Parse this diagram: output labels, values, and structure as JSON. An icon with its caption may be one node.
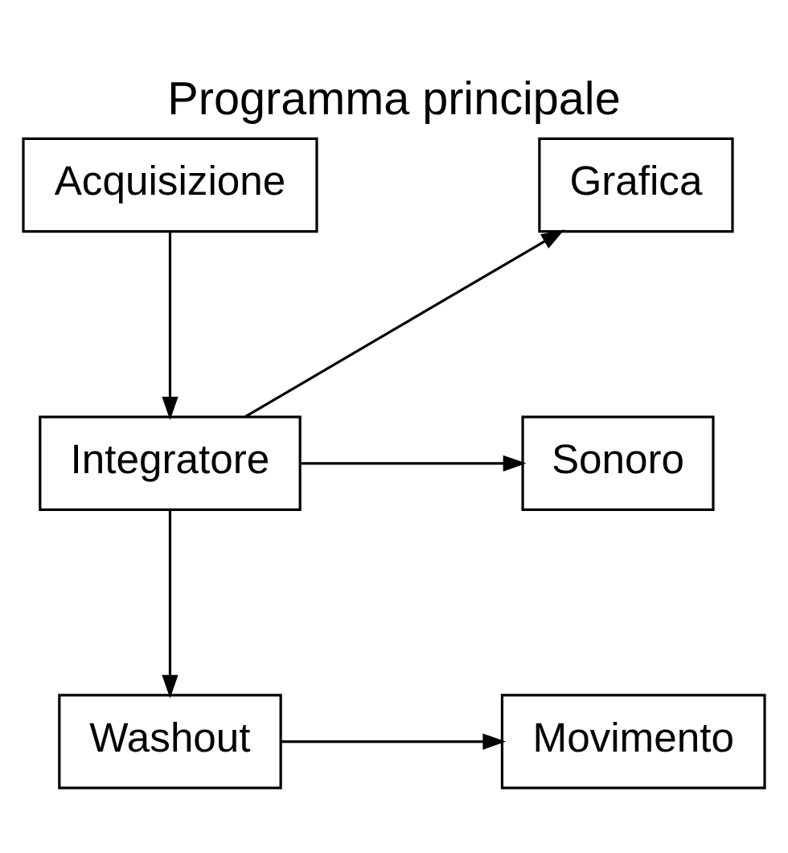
{
  "diagram": {
    "title": "Programma principale",
    "nodes": [
      {
        "text": [
          "Acquisizione"
        ]
      },
      {
        "text": [
          "Grafica"
        ]
      },
      {
        "text": [
          "Integratore"
        ]
      },
      {
        "text": [
          "Sonoro"
        ]
      },
      {
        "text": [
          "Washout"
        ]
      },
      {
        "text": [
          "Movimento"
        ]
      }
    ],
    "edges": [
      {
        "from": 0,
        "to": 2,
        "arrow": "to"
      },
      {
        "from": 2,
        "to": 1,
        "arrow": "to"
      },
      {
        "from": 2,
        "to": 3,
        "arrow": "to"
      },
      {
        "from": 2,
        "to": 4,
        "arrow": "to"
      },
      {
        "from": 4,
        "to": 5,
        "arrow": "to"
      }
    ]
  }
}
